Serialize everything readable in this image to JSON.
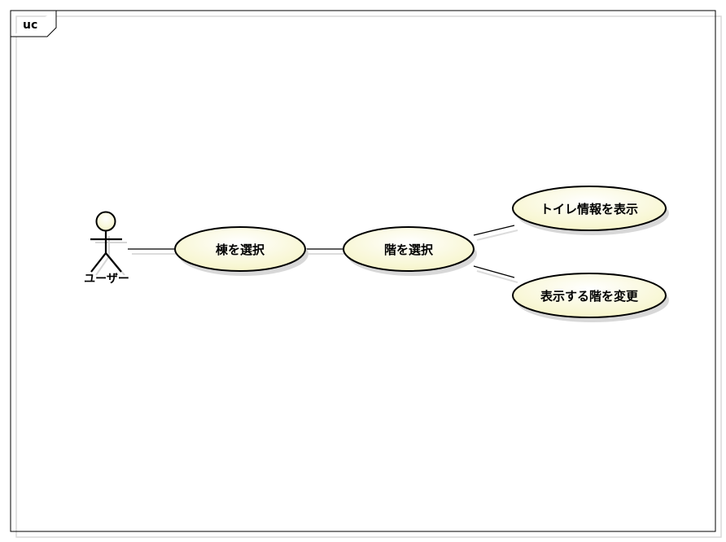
{
  "diagram": {
    "frame_label": "uc",
    "actor": {
      "label": "ユーザー"
    },
    "usecases": {
      "select_building": "棟を選択",
      "select_floor": "階を選択",
      "show_toilet_info": "トイレ情報を表示",
      "change_floor": "表示する階を変更"
    },
    "colors": {
      "usecase_fill": "#fdfcd9",
      "outline": "#000000",
      "shadow": "#d4d4d4"
    }
  }
}
